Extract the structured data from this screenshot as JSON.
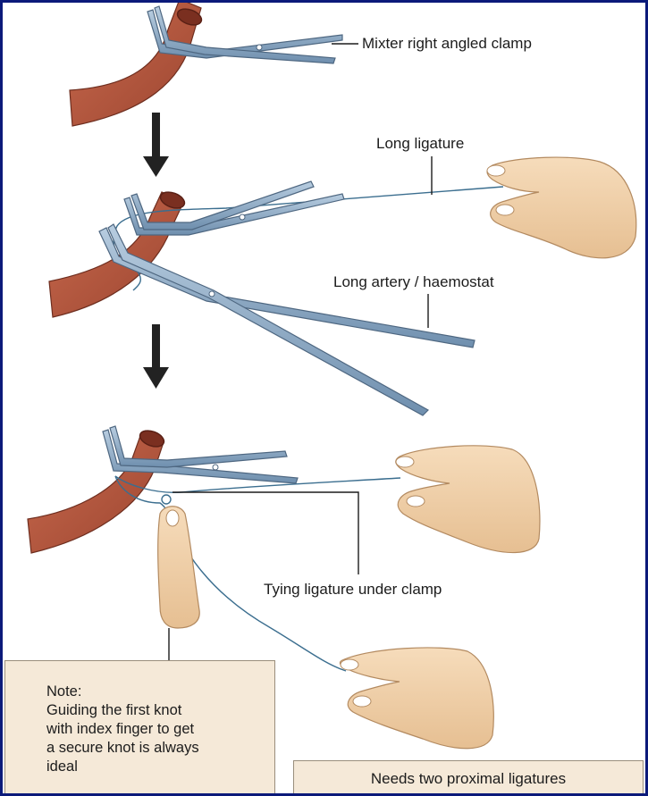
{
  "labels": {
    "mixter_clamp": "Mixter right angled clamp",
    "long_ligature": "Long ligature",
    "long_artery": "Long artery / haemostat",
    "tying_ligature": "Tying ligature under clamp"
  },
  "note": {
    "lines": [
      "Note:",
      "Guiding the first knot",
      "with index finger to get",
      "a secure knot is always",
      "ideal"
    ]
  },
  "proximal_note": "Needs two proximal ligatures",
  "colors": {
    "background_frame": "#0b1a7a",
    "artery": "#b8583f",
    "instrument": "#8aa7c4",
    "skin": "#f0d3ad",
    "note_box": "#f5e9d8",
    "ligature": "#3b6e8f"
  }
}
